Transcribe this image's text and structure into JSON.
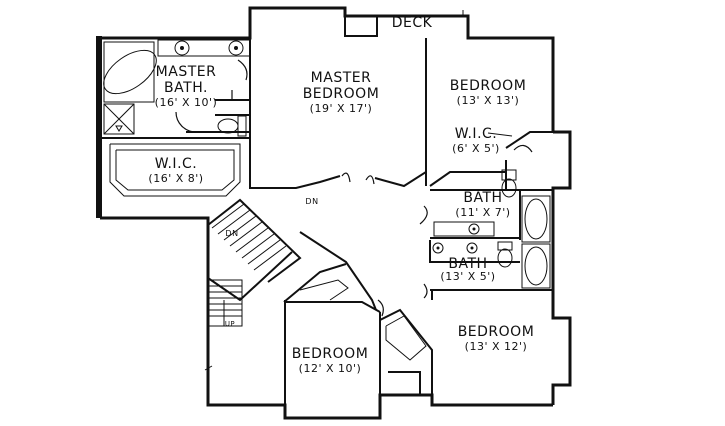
{
  "rooms": {
    "deck": {
      "name": "DECK"
    },
    "master_bath": {
      "name_line1": "MASTER",
      "name_line2": "BATH.",
      "dims": "(16' X 10')"
    },
    "master_bedroom": {
      "name_line1": "MASTER",
      "name_line2": "BEDROOM",
      "dims": "(19' X 17')"
    },
    "bedroom_ne": {
      "name": "BEDROOM",
      "dims": "(13' X 13')"
    },
    "wic_ne": {
      "name": "W.I.C.",
      "dims": "(6' X 5')"
    },
    "wic_master": {
      "name": "W.I.C.",
      "dims": "(16' X 8')"
    },
    "bath_upper": {
      "name": "BATH",
      "dims": "(11' X 7')"
    },
    "bath_lower": {
      "name": "BATH",
      "dims": "(13' X 5')"
    },
    "bedroom_sw": {
      "name": "BEDROOM",
      "dims": "(12' X 10')"
    },
    "bedroom_se": {
      "name": "BEDROOM",
      "dims": "(13' X 12')"
    }
  },
  "stairs": {
    "dn_upper": "DN",
    "dn_lower": "DN",
    "up": "UP"
  }
}
